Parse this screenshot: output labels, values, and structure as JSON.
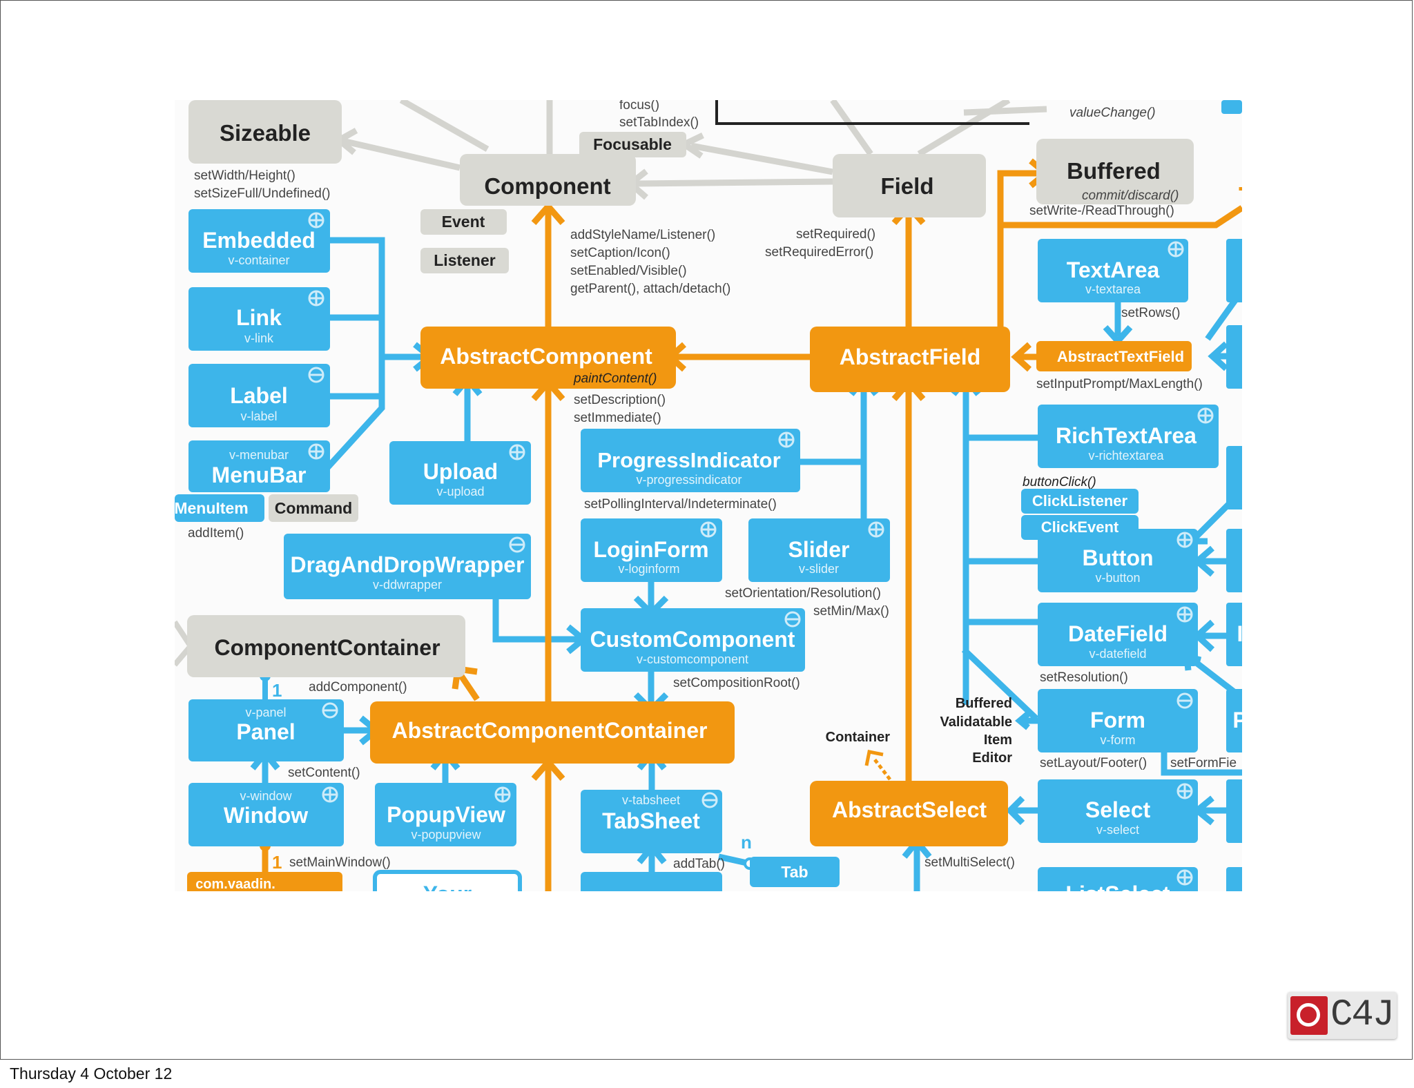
{
  "colors": {
    "blue": "#3db5ea",
    "orange": "#f29711",
    "gray_box": "#d9d9d3",
    "gray_line": "#d4d4cf",
    "black_text": "#222222",
    "method_text": "#444444"
  },
  "footer": {
    "date": "Thursday 4 October 12"
  },
  "logo": {
    "text": "C4J"
  },
  "interfaces": {
    "sizeable": "Sizeable",
    "component": "Component",
    "focusable": "Focusable",
    "field": "Field",
    "buffered": "Buffered",
    "event": "Event",
    "listener": "Listener",
    "command": "Command",
    "component_container": "ComponentContainer"
  },
  "abstract_classes": {
    "abstract_component": "AbstractComponent",
    "abstract_field": "AbstractField",
    "abstract_text_field": "AbstractTextField",
    "abstract_component_container": "AbstractComponentContainer",
    "abstract_select": "AbstractSelect",
    "com_vaadin": "com.vaadin."
  },
  "components": {
    "embedded": {
      "name": "Embedded",
      "tag": "v-container"
    },
    "link": {
      "name": "Link",
      "tag": "v-link"
    },
    "label": {
      "name": "Label",
      "tag": "v-label"
    },
    "menubar": {
      "name": "MenuBar",
      "tag": "v-menubar"
    },
    "menuitem": {
      "name": "MenuItem"
    },
    "upload": {
      "name": "Upload",
      "tag": "v-upload"
    },
    "progress": {
      "name": "ProgressIndicator",
      "tag": "v-progressindicator"
    },
    "loginform": {
      "name": "LoginForm",
      "tag": "v-loginform"
    },
    "slider": {
      "name": "Slider",
      "tag": "v-slider"
    },
    "dragdrop": {
      "name": "DragAndDropWrapper",
      "tag": "v-ddwrapper"
    },
    "custom": {
      "name": "CustomComponent",
      "tag": "v-customcomponent"
    },
    "panel": {
      "name": "Panel",
      "tag": "v-panel"
    },
    "window": {
      "name": "Window",
      "tag": "v-window"
    },
    "popupview": {
      "name": "PopupView",
      "tag": "v-popupview"
    },
    "tabsheet": {
      "name": "TabSheet",
      "tag": "v-tabsheet"
    },
    "tab": {
      "name": "Tab"
    },
    "your": {
      "name": "Your"
    },
    "textarea": {
      "name": "TextArea",
      "tag": "v-textarea"
    },
    "richtextarea": {
      "name": "RichTextArea",
      "tag": "v-richtextarea"
    },
    "clicklistener": {
      "name": "ClickListener"
    },
    "clickevent": {
      "name": "ClickEvent"
    },
    "button": {
      "name": "Button",
      "tag": "v-button"
    },
    "datefield": {
      "name": "DateField",
      "tag": "v-datefield"
    },
    "form": {
      "name": "Form",
      "tag": "v-form"
    },
    "select": {
      "name": "Select",
      "tag": "v-select"
    },
    "listselect": {
      "name": "ListSelect"
    }
  },
  "methods": {
    "sizeable": [
      "setWidth/Height()",
      "setSizeFull/Undefined()"
    ],
    "focusable": [
      "focus()",
      "setTabIndex()"
    ],
    "value_change": "valueChange()",
    "buffered": [
      "commit/discard()",
      "setWrite-/ReadThrough()"
    ],
    "component": [
      "addStyleName/Listener()",
      "setCaption/Icon()",
      "setEnabled/Visible()",
      "getParent(), attach/detach()"
    ],
    "field": [
      "setRequired()",
      "setRequiredError()"
    ],
    "abstract_component": [
      "paintContent()",
      "setDescription()",
      "setImmediate()"
    ],
    "textarea": "setRows()",
    "abstract_text_field": "setInputPrompt/MaxLength()",
    "button_click": "buttonClick()",
    "progress": "setPollingInterval/Indeterminate()",
    "menubar": "addItem()",
    "slider": [
      "setOrientation/Resolution()",
      "setMin/Max()"
    ],
    "custom": "setCompositionRoot()",
    "component_container": "addComponent()",
    "datefield": "setResolution()",
    "panel": "setContent()",
    "form": [
      "setLayout/Footer()",
      "setFormFie"
    ],
    "window": "setMainWindow()",
    "tabsheet": "addTab()",
    "select": "setMultiSelect()"
  },
  "labels": {
    "form_interfaces": [
      "Buffered",
      "Validatable",
      "Item",
      "Editor"
    ],
    "container": "Container",
    "mult_one_a": "1",
    "mult_one_b": "1",
    "mult_n": "n",
    "right_edge_d": "I",
    "right_edge_f": "P"
  }
}
